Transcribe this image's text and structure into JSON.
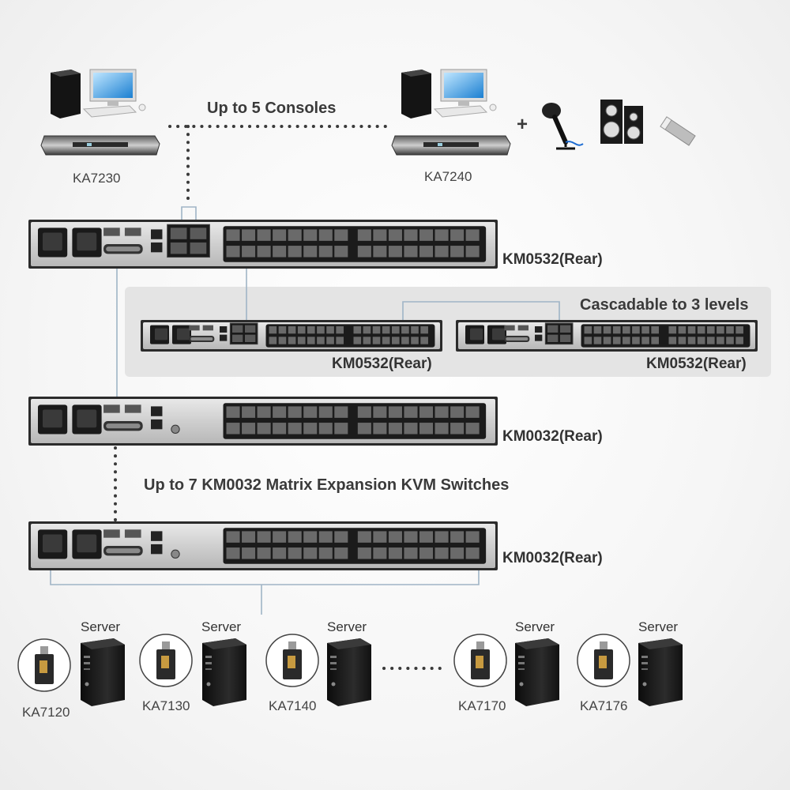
{
  "consoles": {
    "note": "Up to 5 Consoles",
    "left_model": "KA7230",
    "right_model": "KA7240",
    "plus": "+"
  },
  "main_switch": {
    "label": "KM0532(Rear)"
  },
  "cascade": {
    "note": "Cascadable to 3 levels",
    "left_label": "KM0532(Rear)",
    "right_label": "KM0532(Rear)"
  },
  "matrix": {
    "first_label": "KM0032(Rear)",
    "note": "Up to 7 KM0032 Matrix Expansion KVM Switches",
    "second_label": "KM0032(Rear)"
  },
  "servers": [
    {
      "caption": "Server",
      "adapter": "KA7120"
    },
    {
      "caption": "Server",
      "adapter": "KA7130"
    },
    {
      "caption": "Server",
      "adapter": "KA7140"
    },
    {
      "caption": "Server",
      "adapter": "KA7170"
    },
    {
      "caption": "Server",
      "adapter": "KA7176"
    }
  ],
  "icons": [
    "computer-icon",
    "console-station-icon",
    "microphone-icon",
    "speakers-icon",
    "usb-drive-icon",
    "server-tower-icon",
    "adapter-dongle-icon"
  ],
  "colors": {
    "rack_face": "#d4d4d4",
    "rack_frame": "#2b2b2b",
    "cable_line": "#9fb4c6",
    "dotted_link": "#3a3a3a",
    "cascade_panel": "#e4e4e4"
  }
}
